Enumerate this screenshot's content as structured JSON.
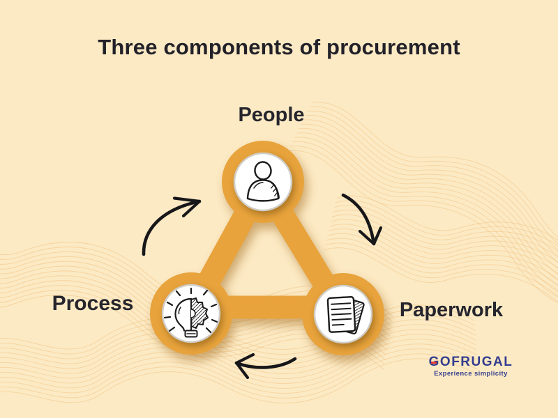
{
  "title": "Three components of procurement",
  "nodes": [
    {
      "id": "people",
      "label": "People",
      "icon": "person-icon"
    },
    {
      "id": "process",
      "label": "Process",
      "icon": "lightbulb-gear-icon"
    },
    {
      "id": "paperwork",
      "label": "Paperwork",
      "icon": "documents-icon"
    }
  ],
  "flow": [
    {
      "from": "process",
      "to": "people",
      "icon": "curved-arrow-up-right-icon"
    },
    {
      "from": "people",
      "to": "paperwork",
      "icon": "curved-arrow-down-right-icon"
    },
    {
      "from": "paperwork",
      "to": "process",
      "icon": "curved-arrow-left-icon"
    }
  ],
  "logo": {
    "wordmark": "GOFRUGAL",
    "tagline": "Experience simplicity"
  },
  "colors": {
    "background": "#FCEAC4",
    "accent_orange": "#E8A33C",
    "wave_line": "#F0C182",
    "text_dark": "#26252D",
    "logo_navy": "#333D8F",
    "logo_red": "#E53A33",
    "icon_ink": "#1B1B1B"
  }
}
